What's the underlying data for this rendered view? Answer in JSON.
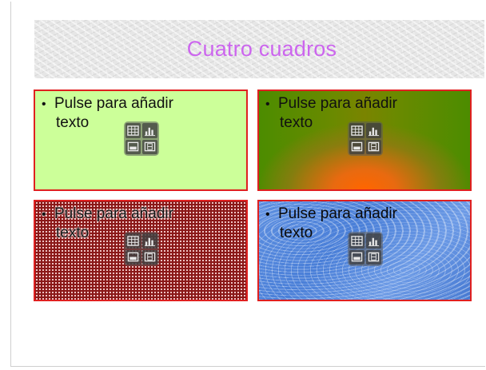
{
  "slide": {
    "title": "Cuatro cuadros",
    "boxes": [
      {
        "line1": "Pulse para añadir",
        "line2": "texto",
        "fill": "light-green"
      },
      {
        "line1": "Pulse para añadir",
        "line2": "texto",
        "fill": "green-orange-gradient"
      },
      {
        "line1": "Pulse para añadir",
        "line2": "texto",
        "fill": "red-dot-pattern"
      },
      {
        "line1": "Pulse para añadir",
        "line2": "texto",
        "fill": "blue-water-bitmap"
      }
    ],
    "bullet_char": "•",
    "placeholder_icons": [
      "table-icon",
      "chart-icon",
      "image-icon",
      "video-icon"
    ]
  },
  "colors": {
    "title": "#cc66ee",
    "box_border": "#e02020"
  }
}
